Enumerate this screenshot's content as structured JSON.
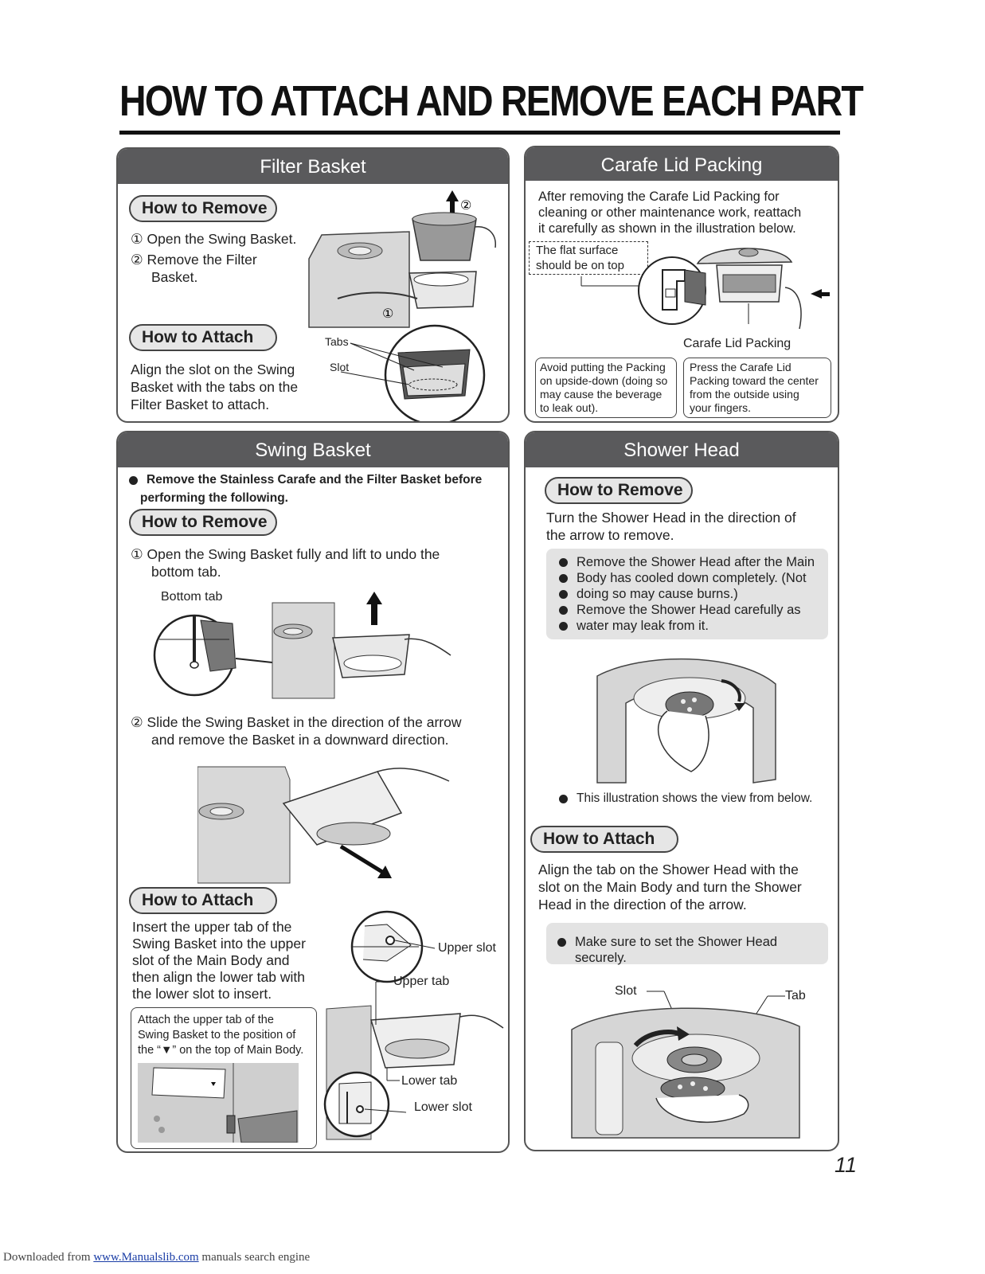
{
  "page_title": "HOW TO ATTACH AND REMOVE EACH PART",
  "filter_basket": {
    "heading": "Filter Basket",
    "remove_label": "How to Remove",
    "remove_step1": "① Open the Swing Basket.",
    "remove_step2": "② Remove the Filter",
    "remove_step2b": "Basket.",
    "attach_label": "How to Attach",
    "attach_text_1": "Align the slot on the Swing",
    "attach_text_2": "Basket with the tabs on the",
    "attach_text_3": "Filter Basket to attach.",
    "illus_tabs": "Tabs",
    "illus_slot": "Slot",
    "illus_step2": "②",
    "illus_step1": "①"
  },
  "carafe_lid": {
    "heading": "Carafe Lid Packing",
    "intro_1": "After removing the Carafe Lid Packing for",
    "intro_2": "cleaning or other maintenance work, reattach",
    "intro_3": "it carefully as shown in the illustration below.",
    "flat_1": "The flat surface",
    "flat_2": "should be on top",
    "packing_label": "Carafe Lid Packing",
    "avoid_1": "Avoid putting the Packing",
    "avoid_2": "on upside-down (doing so",
    "avoid_3": "may cause the beverage",
    "avoid_4": "to leak out).",
    "press_1": "Press the Carafe Lid",
    "press_2": "Packing toward the center",
    "press_3": "from the outside using",
    "press_4": "your fingers."
  },
  "swing_basket": {
    "heading": "Swing Basket",
    "note_1": "Remove the Stainless Carafe and the Filter Basket before",
    "note_2": "performing the following.",
    "remove_label": "How to Remove",
    "step1_a": "① Open the Swing Basket fully and lift to undo the",
    "step1_b": "bottom tab.",
    "bottom_tab": "Bottom tab",
    "step2_a": "② Slide the Swing Basket in the direction of the arrow",
    "step2_b": "and remove the Basket in a downward direction.",
    "attach_label": "How to Attach",
    "attach_1": "Insert the upper tab of the",
    "attach_2": "Swing Basket into the upper",
    "attach_3": "slot of the Main Body and",
    "attach_4": "then align the lower tab with",
    "attach_5": "the lower slot to insert.",
    "box_1": "Attach the upper tab of the",
    "box_2": "Swing Basket to the position of",
    "box_3": "the “▼” on the top of Main Body.",
    "upper_slot": "Upper slot",
    "upper_tab": "Upper tab",
    "lower_tab": "Lower tab",
    "lower_slot": "Lower slot"
  },
  "shower_head": {
    "heading": "Shower Head",
    "remove_label": "How to Remove",
    "remove_1": "Turn the Shower Head in the direction of",
    "remove_2": "the arrow to remove.",
    "caution_1a": "Remove the Shower Head after the Main",
    "caution_1b": "Body has cooled down completely. (Not",
    "caution_1c": "doing so may cause burns.)",
    "caution_2a": "Remove the Shower Head carefully as",
    "caution_2b": "water may leak from it.",
    "view_note": "This illustration shows the view from below.",
    "attach_label": "How to Attach",
    "attach_1": "Align the tab on the Shower Head with the",
    "attach_2": "slot on the Main Body and turn the Shower",
    "attach_3": "Head in the direction of the arrow.",
    "secure_note": "Make sure to set the Shower Head securely.",
    "slot": "Slot",
    "tab": "Tab"
  },
  "page_number": "11",
  "footer": {
    "prefix": "Downloaded from ",
    "link": "www.Manualslib.com",
    "suffix": " manuals search engine"
  }
}
